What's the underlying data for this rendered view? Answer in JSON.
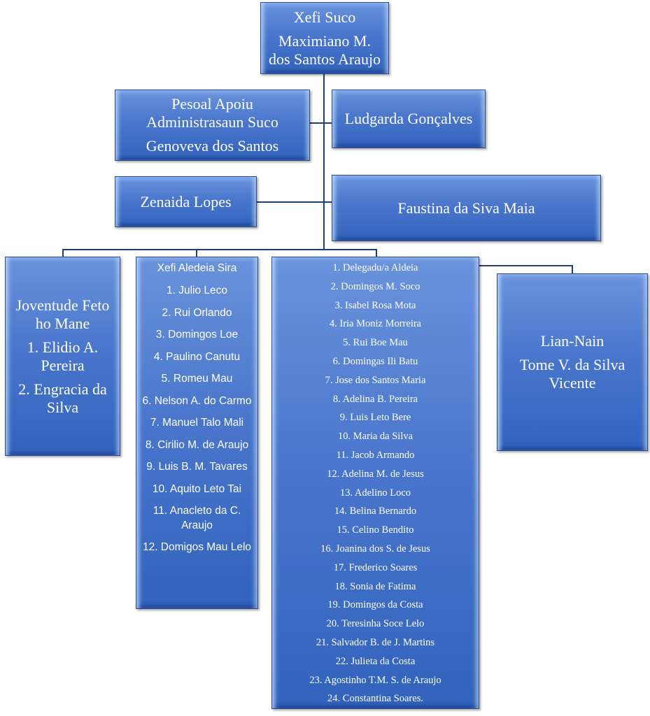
{
  "chief": {
    "title": "Xefi Suco",
    "name_lines": [
      "Maximiano M.",
      "dos Santos Araujo"
    ]
  },
  "admin_support": {
    "title_lines": [
      "Pesoal Apoiu",
      "Administrasaun Suco"
    ],
    "name": "Genoveva dos Santos"
  },
  "ludgarda": {
    "name": "Ludgarda Gonçalves"
  },
  "zenaida": {
    "name": "Zenaida Lopes"
  },
  "faustina": {
    "name": "Faustina da Siva Maia"
  },
  "youth": {
    "title_lines": [
      "Joventude Feto",
      "ho Mane"
    ],
    "members": [
      "1. Elidio A.",
      "Pereira",
      "2. Engracia da",
      "Silva"
    ]
  },
  "hamlet_chiefs": {
    "title": "Xefi Aledeia Sira",
    "members": [
      "1. Julio Leco",
      "2. Rui Orlando",
      "3. Domingos Loe",
      "4. Paulino Canutu",
      "5. Romeu Mau",
      "6. Nelson A. do Carmo",
      "7. Manuel Talo Mali",
      "8. Cirilio M.  de Araujo",
      "9. Luis B. M. Tavares",
      "10. Aquito Leto Tai",
      "11. Anacleto da C. Araujo",
      "12. Domigos Mau Lelo"
    ]
  },
  "delegates": {
    "members": [
      "1. Delegadu/a  Aldeia",
      "2. Domingos M. Soco",
      "3. Isabel Rosa Mota",
      "4. Iria Moniz Morreira",
      "5.  Rui Boe Mau",
      "6. Domingas  Ili  Batu",
      "7. Jose dos Santos Maria",
      "8. Adelina  B. Pereira",
      "9. Luis Leto Bere",
      "10. Maria  da Silva",
      "11. Jacob Armando",
      "12. Adelina  M.  de Jesus",
      "13. Adelino  Loco",
      "14. Belina  Bernardo",
      "15. Celino  Bendito",
      "16. Joanina  dos S. de Jesus",
      "17. Frederico  Soares",
      "18. Sonia  de Fatima",
      "19. Domingos  da Costa",
      "20. Teresinha  Soce Lelo",
      "21. Salvador B. de J. Martins",
      "22. Julieta  da Costa",
      "23. Agostinho  T.M. S. de Araujo",
      "24. Constantina  Soares."
    ]
  },
  "lian_nain": {
    "title": "Lian-Nain",
    "name_lines": [
      "Tome V. da Silva",
      "Vicente"
    ]
  }
}
